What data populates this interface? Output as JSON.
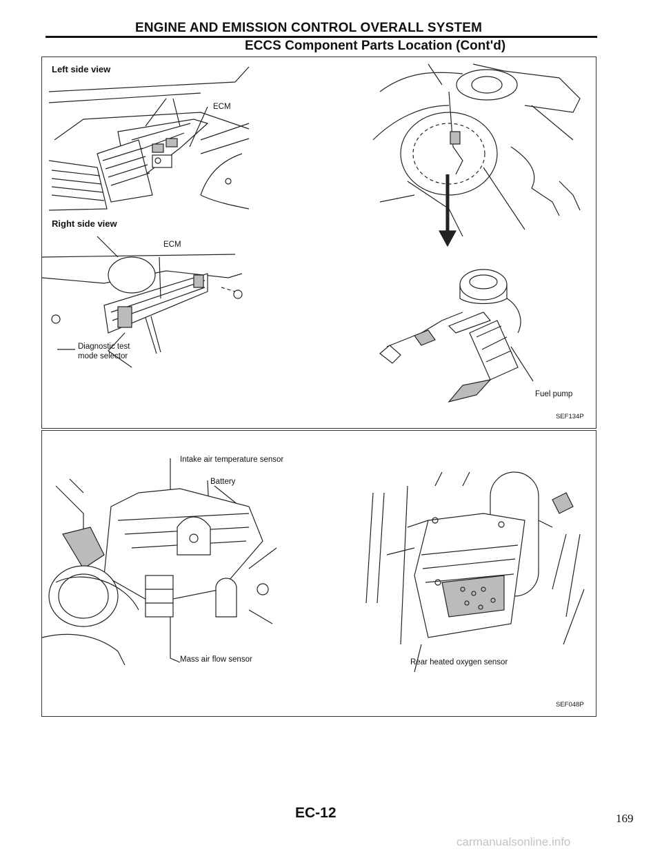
{
  "header": {
    "title": "ENGINE AND EMISSION CONTROL OVERALL SYSTEM",
    "subtitle": "ECCS Component Parts Location (Cont'd)"
  },
  "panel1": {
    "left_view_label": "Left side view",
    "right_view_label": "Right side view",
    "ecm_label_left": "ECM",
    "ecm_label_right": "ECM",
    "diag_line1": "Diagnostic test",
    "diag_line2": "mode selector",
    "fuel_pump_label": "Fuel pump",
    "figure_code": "SEF134P"
  },
  "panel2": {
    "intake_label": "Intake air temperature sensor",
    "battery_label": "Battery",
    "maf_label": "Mass air flow sensor",
    "rear_o2_label": "Rear heated oxygen sensor",
    "figure_code": "SEF048P"
  },
  "footer": {
    "page_id": "EC-12",
    "page_number": "169",
    "watermark": "carmanualsonline.info"
  }
}
